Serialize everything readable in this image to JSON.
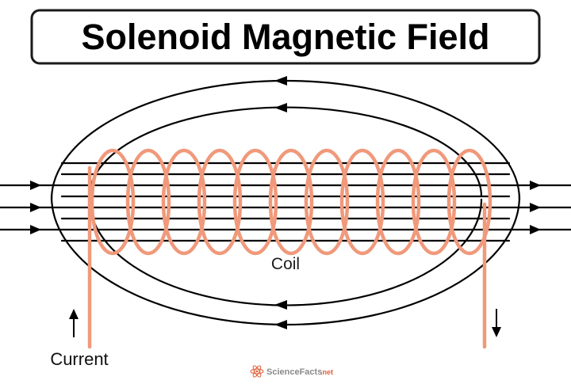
{
  "title": "Solenoid Magnetic Field",
  "diagram": {
    "coil_label": "Coil",
    "current_label": "Current"
  },
  "watermark": {
    "brand": "ScienceFacts",
    "suffix": ".net"
  },
  "colors": {
    "background": "#ffffff",
    "coil": "#f0997b",
    "field_lines": "#000000",
    "title_border": "#1a1a1a",
    "watermark_text": "#8a8a8a",
    "watermark_accent": "#e0603a"
  }
}
